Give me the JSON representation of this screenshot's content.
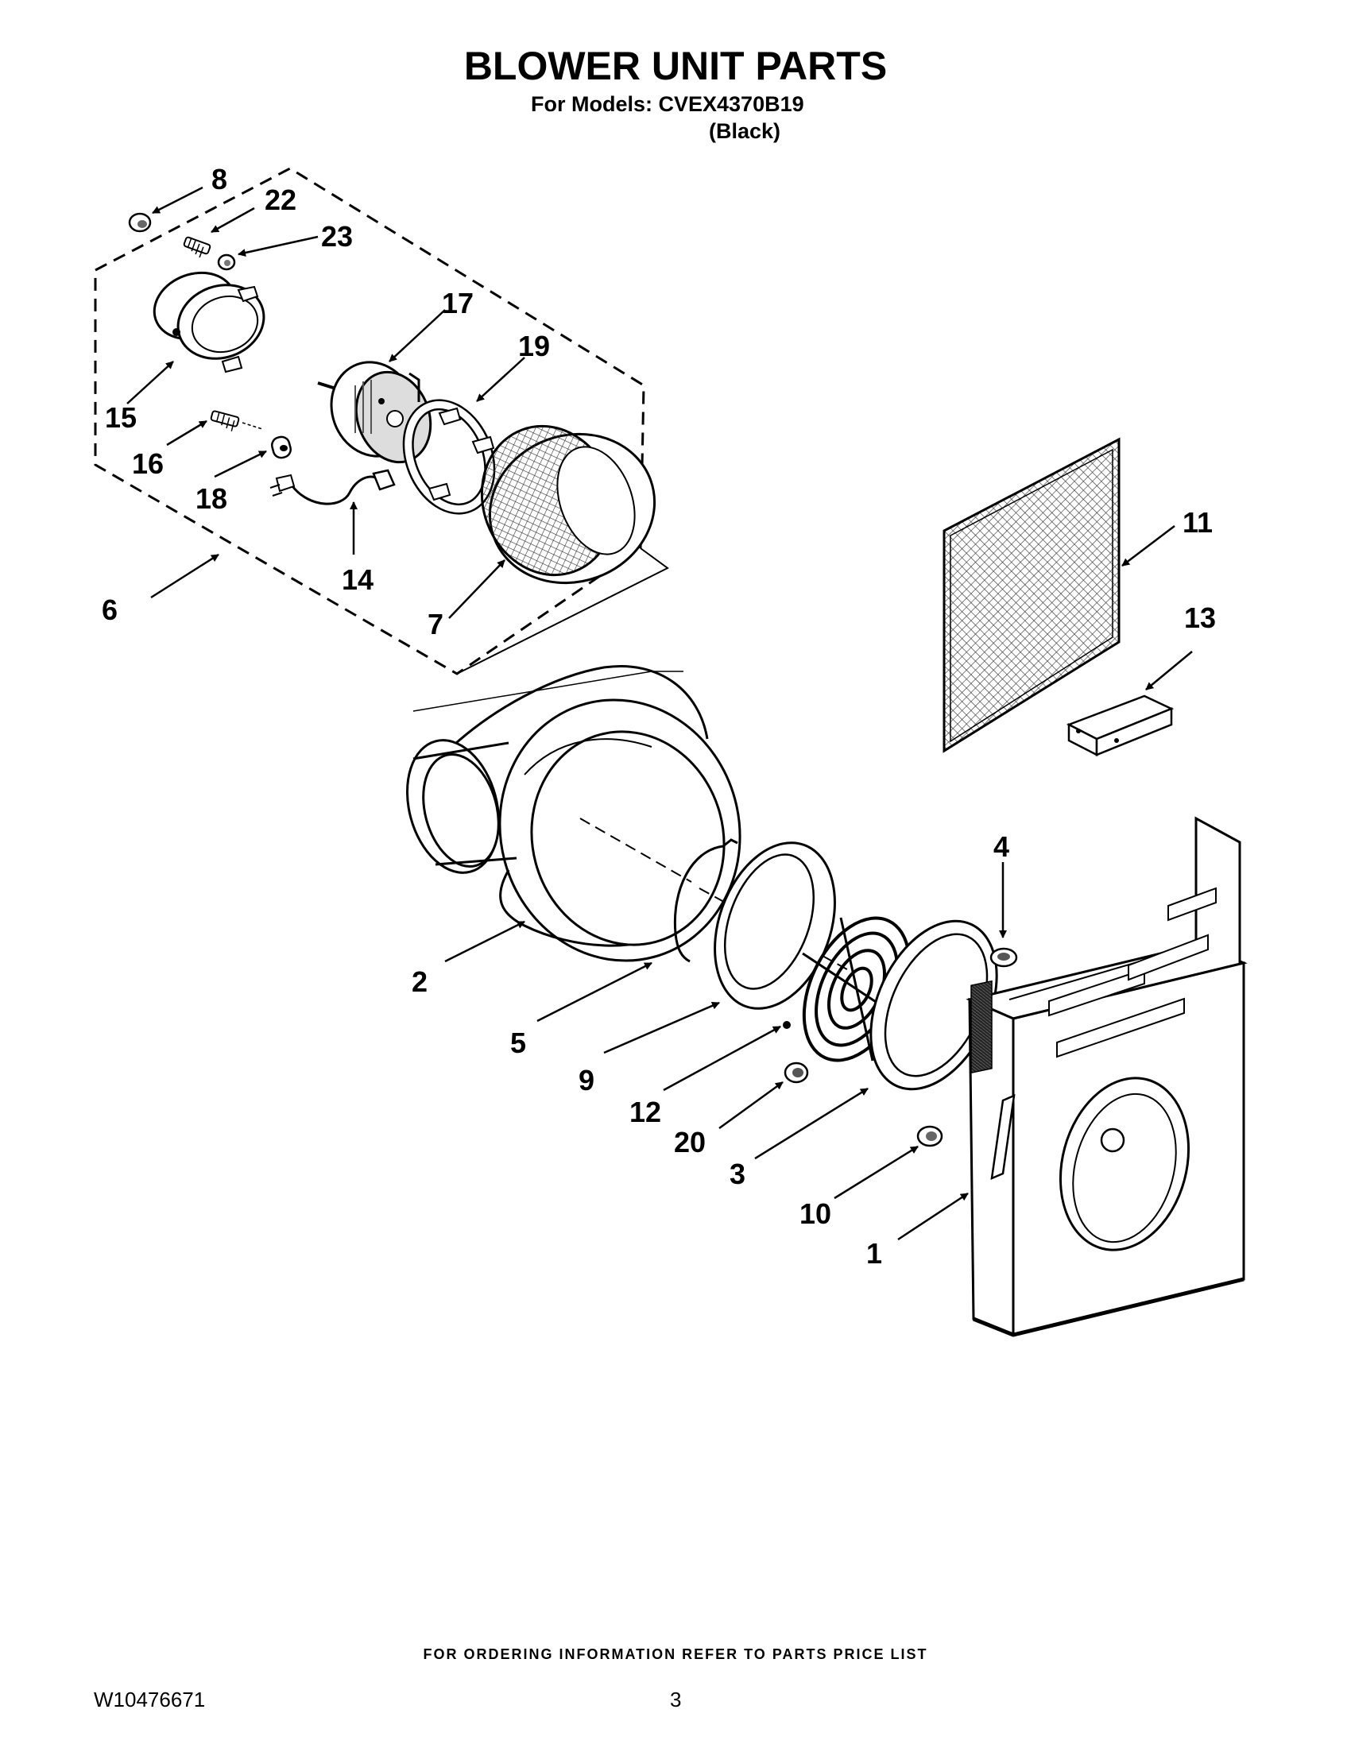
{
  "header": {
    "title": "BLOWER UNIT PARTS",
    "models_line": "For Models: CVEX4370B19",
    "color_line": "(Black)"
  },
  "callouts": [
    {
      "id": "8",
      "label": "8"
    },
    {
      "id": "22",
      "label": "22"
    },
    {
      "id": "23",
      "label": "23"
    },
    {
      "id": "17",
      "label": "17"
    },
    {
      "id": "19",
      "label": "19"
    },
    {
      "id": "15",
      "label": "15"
    },
    {
      "id": "16",
      "label": "16"
    },
    {
      "id": "18",
      "label": "18"
    },
    {
      "id": "14",
      "label": "14"
    },
    {
      "id": "6",
      "label": "6"
    },
    {
      "id": "7",
      "label": "7"
    },
    {
      "id": "11",
      "label": "11"
    },
    {
      "id": "13",
      "label": "13"
    },
    {
      "id": "4",
      "label": "4"
    },
    {
      "id": "2",
      "label": "2"
    },
    {
      "id": "5",
      "label": "5"
    },
    {
      "id": "9",
      "label": "9"
    },
    {
      "id": "12",
      "label": "12"
    },
    {
      "id": "20",
      "label": "20"
    },
    {
      "id": "3",
      "label": "3"
    },
    {
      "id": "10",
      "label": "10"
    },
    {
      "id": "1",
      "label": "1"
    }
  ],
  "footer": {
    "ordering_note": "FOR ORDERING INFORMATION REFER TO PARTS PRICE LIST",
    "document_number": "W10476671",
    "page_number": "3"
  }
}
